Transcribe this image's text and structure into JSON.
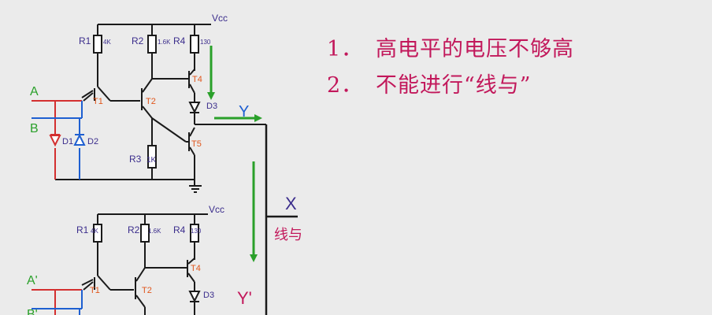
{
  "notes": [
    {
      "num": "1．",
      "text": "高电平的电压不够高"
    },
    {
      "num": "2．",
      "text": "不能进行“线与”"
    }
  ],
  "circuit_top": {
    "vcc": "Vcc",
    "r1": "R1",
    "r1_val": "4K",
    "r2": "R2",
    "r2_val": "1.6K",
    "r4": "R4",
    "r4_val": "130",
    "r3": "R3",
    "r3_val": "1K",
    "t1": "T1",
    "t2": "T2",
    "t4": "T4",
    "t5": "T5",
    "d1": "D1",
    "d2": "D2",
    "d3": "D3",
    "in_a": "A",
    "in_b": "B",
    "out": "Y"
  },
  "circuit_bottom": {
    "vcc": "Vcc",
    "r1": "R1",
    "r1_val": "4K",
    "r2": "R2",
    "r2_val": "1.6K",
    "r4": "R4",
    "r4_val": "130",
    "t1": "T1",
    "t2": "T2",
    "t4": "T4",
    "d3": "D3",
    "in_a": "A'",
    "in_b": "B'",
    "out": "Y'"
  },
  "junction": {
    "label": "X",
    "caption": "线与"
  },
  "colors": {
    "wire": "#1a1a1a",
    "input_a": "#d32f2f",
    "input_b": "#1e5fd1",
    "arrow": "#2aa02a",
    "label_purple": "#3b2d8c",
    "label_orange": "#e0561c",
    "accent": "#c2185b"
  }
}
